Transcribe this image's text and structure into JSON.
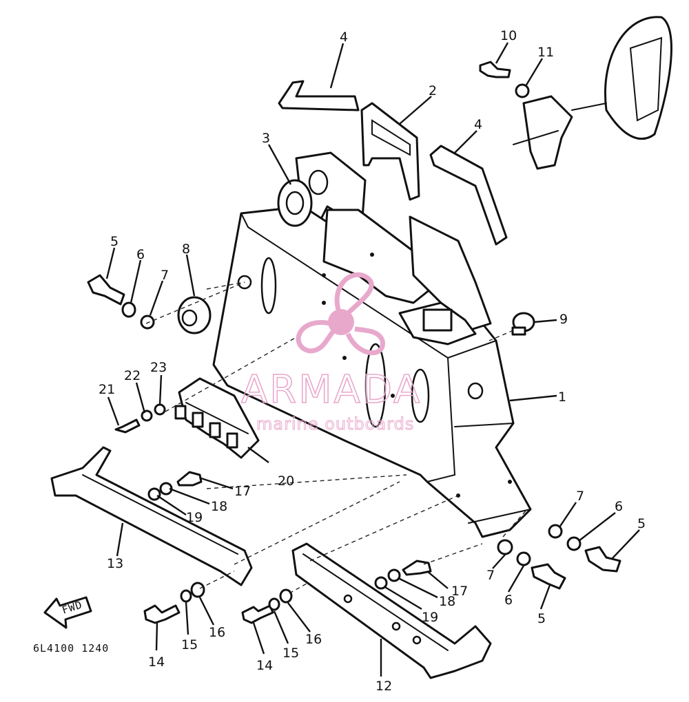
{
  "watermark": {
    "brand": "ARMADA",
    "tagline": "marine outboards",
    "color": "#e8a8cc"
  },
  "fwd_label": "FWD",
  "drawing_code": "6L4100 1240",
  "callouts": [
    "1",
    "2",
    "3",
    "4",
    "4",
    "5",
    "5",
    "5",
    "6",
    "6",
    "6",
    "7",
    "7",
    "7",
    "8",
    "9",
    "10",
    "11",
    "12",
    "13",
    "14",
    "14",
    "15",
    "15",
    "16",
    "16",
    "17",
    "17",
    "18",
    "18",
    "19",
    "19",
    "20",
    "21",
    "22",
    "23"
  ]
}
